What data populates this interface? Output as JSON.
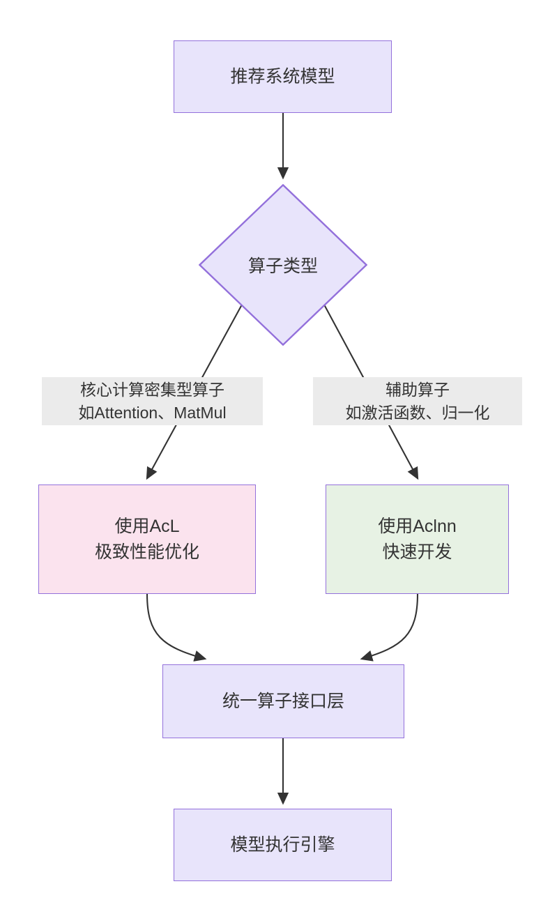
{
  "diagram": {
    "type": "flowchart",
    "direction": "top-down",
    "title_text": "",
    "colors": {
      "node_purple_fill": "#e8e4fb",
      "node_pink_fill": "#fbe3ee",
      "node_green_fill": "#e7f2e4",
      "node_border": "#9370db",
      "edge_stroke": "#333333",
      "edge_label_bg": "#ebebeb",
      "text": "#333333",
      "background": "#ffffff"
    },
    "nodes": [
      {
        "id": "model",
        "shape": "rect",
        "style": "purple",
        "lines": [
          "推荐系统模型"
        ]
      },
      {
        "id": "optype",
        "shape": "diamond",
        "style": "purple",
        "lines": [
          "算子类型"
        ]
      },
      {
        "id": "acl",
        "shape": "rect",
        "style": "pink",
        "lines": [
          "使用AcL",
          "极致性能优化"
        ]
      },
      {
        "id": "aclnn",
        "shape": "rect",
        "style": "green",
        "lines": [
          "使用Aclnn",
          "快速开发"
        ]
      },
      {
        "id": "unified",
        "shape": "rect",
        "style": "purple",
        "lines": [
          "统一算子接口层"
        ]
      },
      {
        "id": "engine",
        "shape": "rect",
        "style": "purple",
        "lines": [
          "模型执行引擎"
        ]
      }
    ],
    "edges": [
      {
        "from": "model",
        "to": "optype",
        "label_lines": []
      },
      {
        "from": "optype",
        "to": "acl",
        "label_lines": [
          "核心计算密集型算子",
          "如Attention、MatMul"
        ]
      },
      {
        "from": "optype",
        "to": "aclnn",
        "label_lines": [
          "辅助算子",
          "如激活函数、归一化"
        ]
      },
      {
        "from": "acl",
        "to": "unified",
        "label_lines": []
      },
      {
        "from": "aclnn",
        "to": "unified",
        "label_lines": []
      },
      {
        "from": "unified",
        "to": "engine",
        "label_lines": []
      }
    ]
  }
}
